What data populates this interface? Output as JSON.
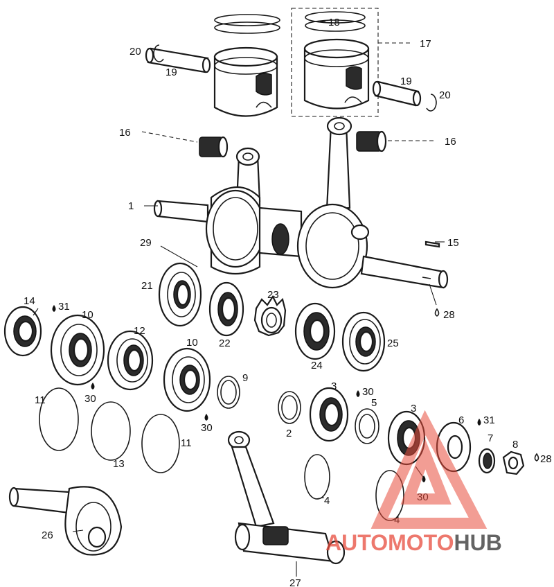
{
  "parts": [
    {
      "id": "1"
    },
    {
      "id": "2"
    },
    {
      "id": "3"
    },
    {
      "id": "4"
    },
    {
      "id": "5"
    },
    {
      "id": "6"
    },
    {
      "id": "7"
    },
    {
      "id": "8"
    },
    {
      "id": "9"
    },
    {
      "id": "10"
    },
    {
      "id": "11"
    },
    {
      "id": "12"
    },
    {
      "id": "13"
    },
    {
      "id": "14"
    },
    {
      "id": "15"
    },
    {
      "id": "16"
    },
    {
      "id": "17"
    },
    {
      "id": "18"
    },
    {
      "id": "19"
    },
    {
      "id": "20"
    },
    {
      "id": "21"
    },
    {
      "id": "22"
    },
    {
      "id": "23"
    },
    {
      "id": "24"
    },
    {
      "id": "25"
    },
    {
      "id": "26"
    },
    {
      "id": "27"
    },
    {
      "id": "28"
    },
    {
      "id": "29"
    },
    {
      "id": "30"
    },
    {
      "id": "31"
    }
  ],
  "watermark": {
    "word_accent": "AUTOMOTO",
    "word_main": "HUB",
    "accent_color": "#e84c3d",
    "main_color": "#3d3d3d"
  }
}
